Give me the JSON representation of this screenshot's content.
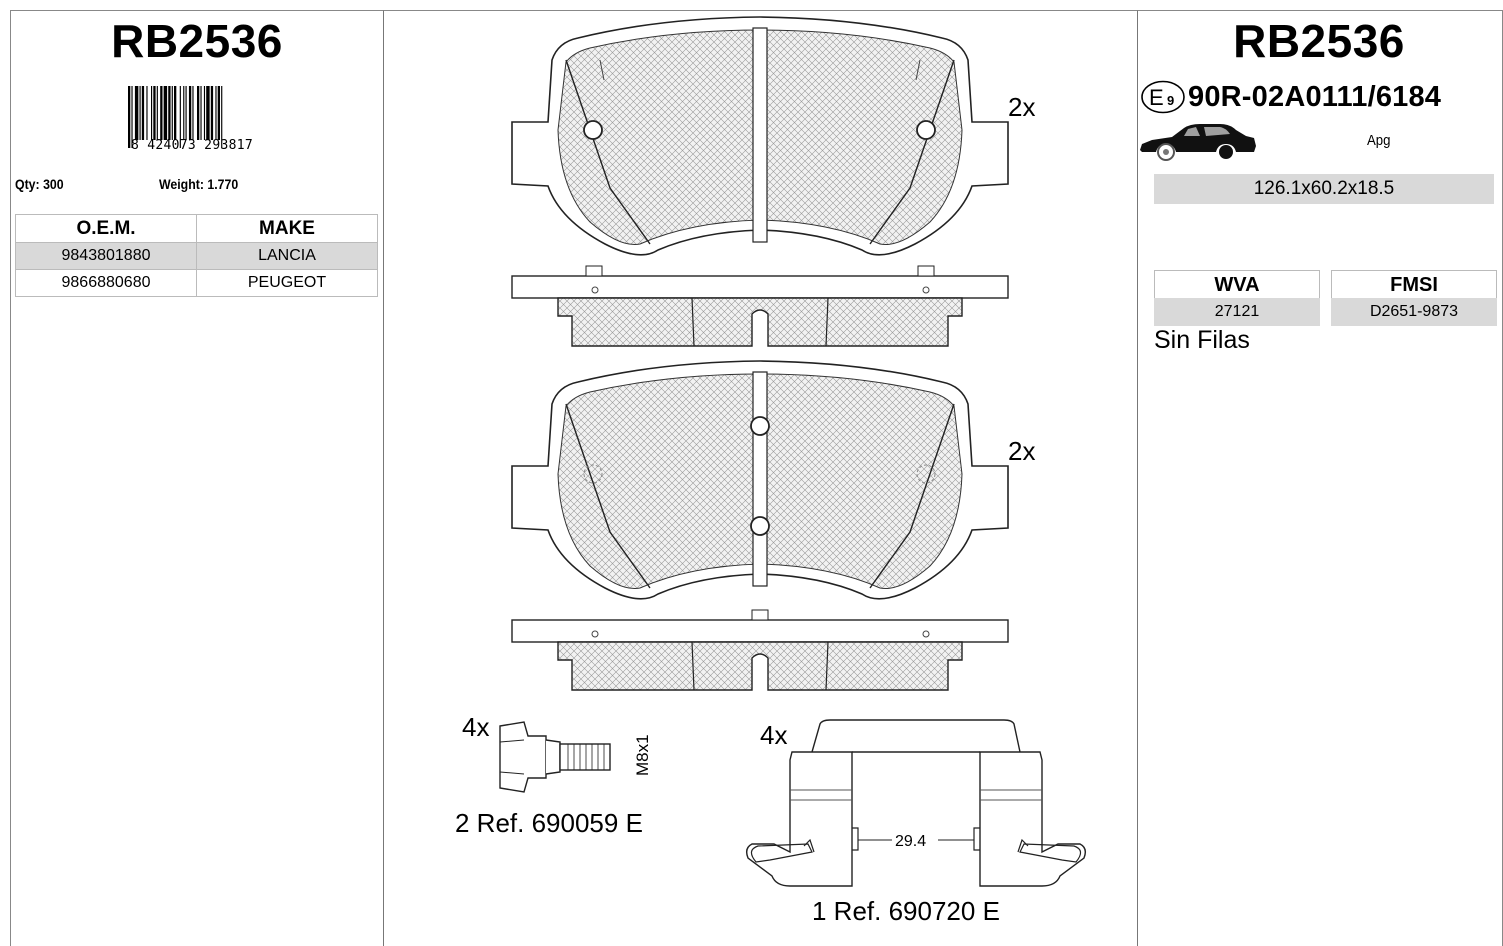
{
  "product": {
    "code": "RB2536",
    "barcode_digits": "8 424073 293817",
    "qty_label": "Qty: 300",
    "weight_label": "Weight: 1.770"
  },
  "oem_table": {
    "headers": [
      "O.E.M.",
      "MAKE"
    ],
    "rows": [
      [
        "9843801880",
        "LANCIA"
      ],
      [
        "9866880680",
        "PEUGEOT"
      ]
    ]
  },
  "approval": {
    "e_mark": "E",
    "e_number": "9",
    "number": "90R-02A0111/6184"
  },
  "vehicle": {
    "icon": "car-icon",
    "label": "Apg"
  },
  "dimensions": "126.1x60.2x18.5",
  "codes": {
    "wva_label": "WVA",
    "wva_value": "27121",
    "fmsi_label": "FMSI",
    "fmsi_value": "D2651-9873"
  },
  "rows_note": "Sin Filas",
  "drawing": {
    "pad1_qty": "2x",
    "pad2_qty": "2x",
    "bolt_qty": "4x",
    "bolt_thread": "M8x1",
    "bolt_ref": "2 Ref. 690059 E",
    "spring_qty": "4x",
    "spring_dim": "29.4",
    "spring_ref": "1 Ref. 690720 E"
  }
}
